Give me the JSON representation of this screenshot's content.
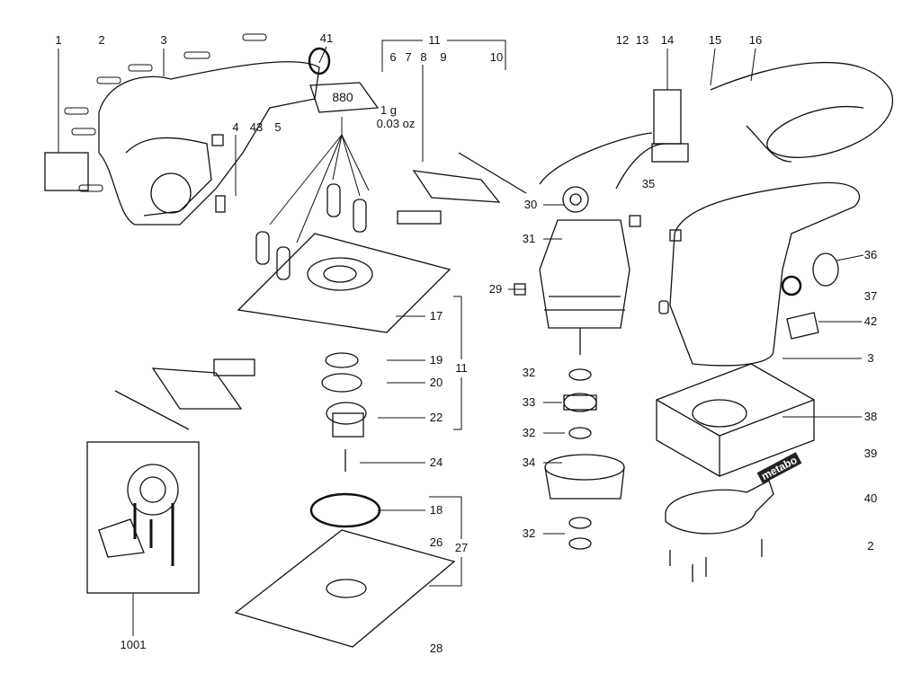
{
  "labels": [
    "1",
    "2",
    "3",
    "41",
    "11",
    "6",
    "7",
    "8",
    "9",
    "10",
    "12",
    "13",
    "14",
    "15",
    "16",
    "4",
    "43",
    "5",
    "30",
    "35",
    "31",
    "36",
    "29",
    "17",
    "11",
    "37",
    "42",
    "3",
    "32",
    "19",
    "20",
    "33",
    "22",
    "32",
    "38",
    "39",
    "24",
    "34",
    "40",
    "18",
    "27",
    "26",
    "32",
    "2",
    "1001",
    "28"
  ],
  "grease_tube": {
    "code": "880",
    "amount": "1 g",
    "amount_oz": "0.03 oz"
  },
  "brand_logo": "metabo"
}
